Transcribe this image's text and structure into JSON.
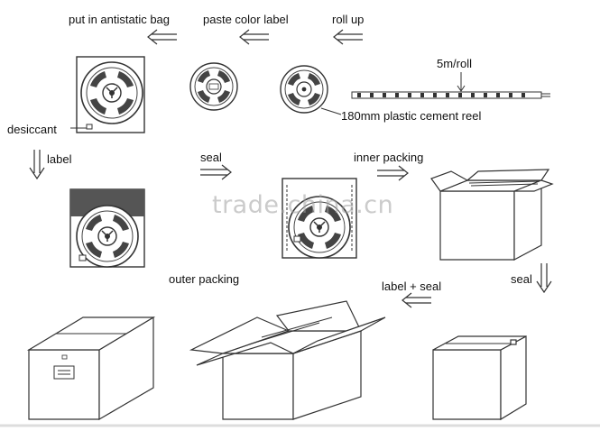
{
  "steps": {
    "antistatic_bag": "put in antistatic bag",
    "paste_label": "paste color label",
    "roll_up": "roll up",
    "length": "5m/roll",
    "reel": "180mm plastic cement reel",
    "desiccant": "desiccant",
    "label": "label",
    "seal": "seal",
    "inner_packing": "inner packing",
    "seal_2": "seal",
    "outer_packing": "outer packing",
    "label_seal": "label + seal"
  },
  "watermark": "trade.china.cn",
  "colors": {
    "line": "#333333",
    "text": "#111111",
    "watermark": "#a0a0a0"
  }
}
